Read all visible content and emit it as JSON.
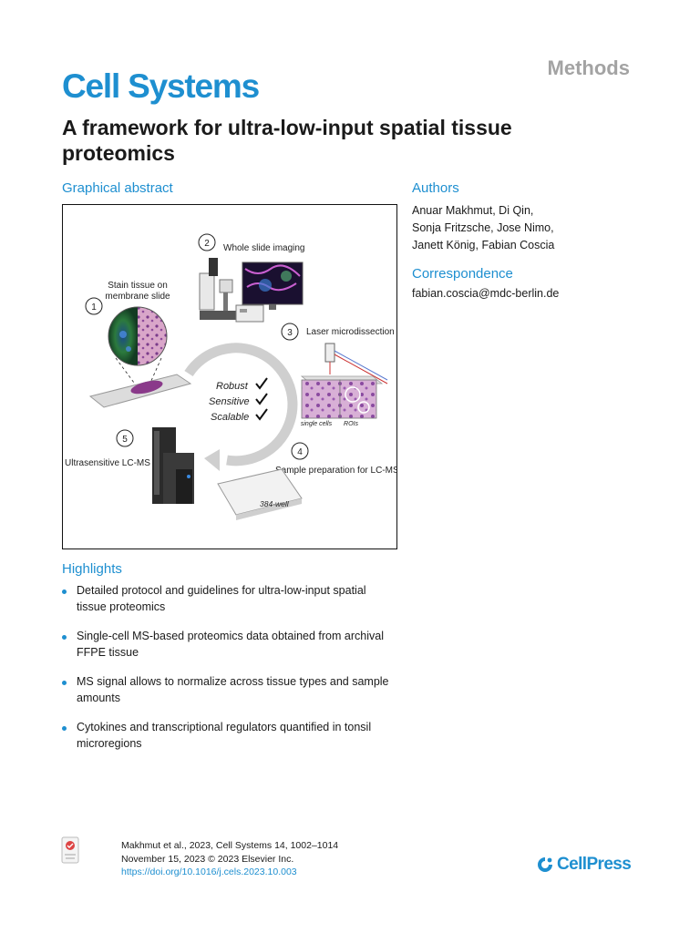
{
  "header": {
    "article_type": "Methods",
    "journal": "Cell Systems",
    "title": "A framework for ultra-low-input spatial tissue proteomics"
  },
  "graphical_abstract": {
    "label": "Graphical abstract",
    "steps": [
      {
        "num": "1",
        "label_line1": "Stain tissue on",
        "label_line2": "membrane slide"
      },
      {
        "num": "2",
        "label_line1": "Whole slide imaging"
      },
      {
        "num": "3",
        "label_line1": "Laser microdissection"
      },
      {
        "num": "4",
        "label_line1": "Sample preparation for LC-MS"
      },
      {
        "num": "5",
        "label_line1": "Ultrasensitive LC-MS"
      }
    ],
    "qualities": [
      "Robust",
      "Sensitive",
      "Scalable"
    ],
    "lmd_labels": {
      "single": "single cells",
      "rois": "ROIs"
    },
    "plate_label": "384-well"
  },
  "authors": {
    "label": "Authors",
    "names": [
      "Anuar Makhmut, Di Qin,",
      "Sonja Fritzsche, Jose Nimo,",
      "Janett König, Fabian Coscia"
    ]
  },
  "correspondence": {
    "label": "Correspondence",
    "email": "fabian.coscia@mdc-berlin.de"
  },
  "highlights": {
    "label": "Highlights",
    "items": [
      {
        "line1": "Detailed protocol and guidelines for ultra-low-input spatial",
        "line2": "tissue proteomics"
      },
      {
        "line1": "Single-cell MS-based proteomics data obtained from archival",
        "line2": "FFPE tissue"
      },
      {
        "line1": "MS signal allows to normalize across tissue types and sample",
        "line2": "amounts"
      },
      {
        "line1": "Cytokines and transcriptional regulators quantified in tonsil",
        "line2": "microregions"
      }
    ]
  },
  "footer": {
    "citation_line1": "Makhmut et al., 2023, Cell Systems 14, 1002–1014",
    "citation_line2": "November 15, 2023 © 2023 Elsevier Inc.",
    "doi": "https://doi.org/10.1016/j.cels.2023.10.003",
    "publisher": "CellPress"
  },
  "colors": {
    "accent": "#1e8fd0",
    "muted": "#a3a3a3"
  }
}
